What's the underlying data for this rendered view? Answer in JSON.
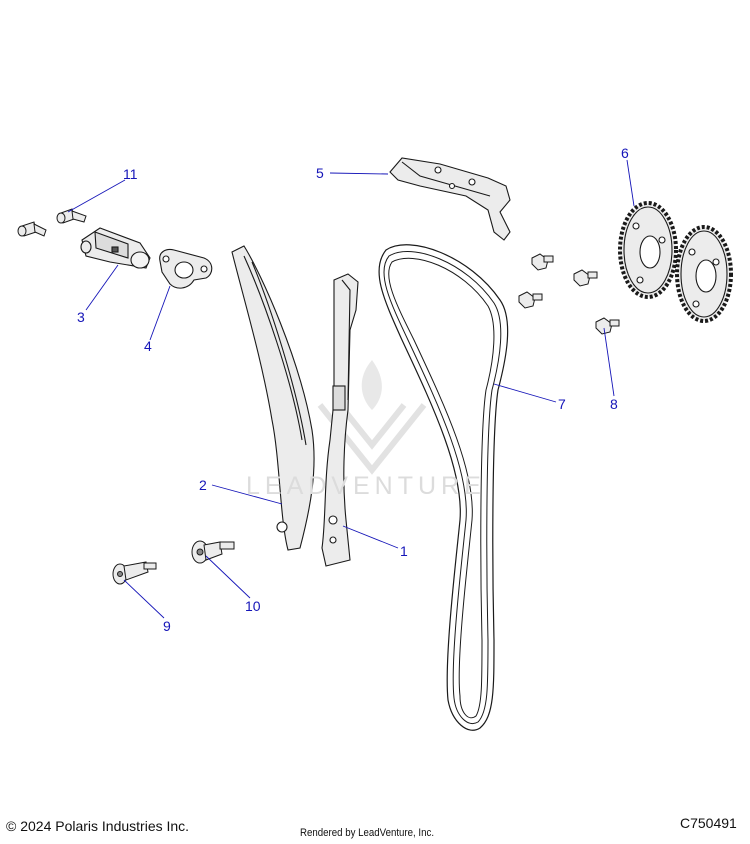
{
  "callouts": {
    "c1": "1",
    "c2": "2",
    "c3": "3",
    "c4": "4",
    "c5": "5",
    "c6": "6",
    "c7": "7",
    "c8": "8",
    "c9": "9",
    "c10": "10",
    "c11": "11"
  },
  "watermark": {
    "text": "LEADVENTURE"
  },
  "footer": {
    "copyright": "© 2024 Polaris Industries Inc.",
    "rendered_by": "Rendered by LeadVenture, Inc.",
    "diagram_code": "C750491"
  },
  "colors": {
    "callout": "#1515b8",
    "part_fill": "#ececec",
    "outline": "#1a1a1a",
    "watermark": "#dcdcdc"
  }
}
